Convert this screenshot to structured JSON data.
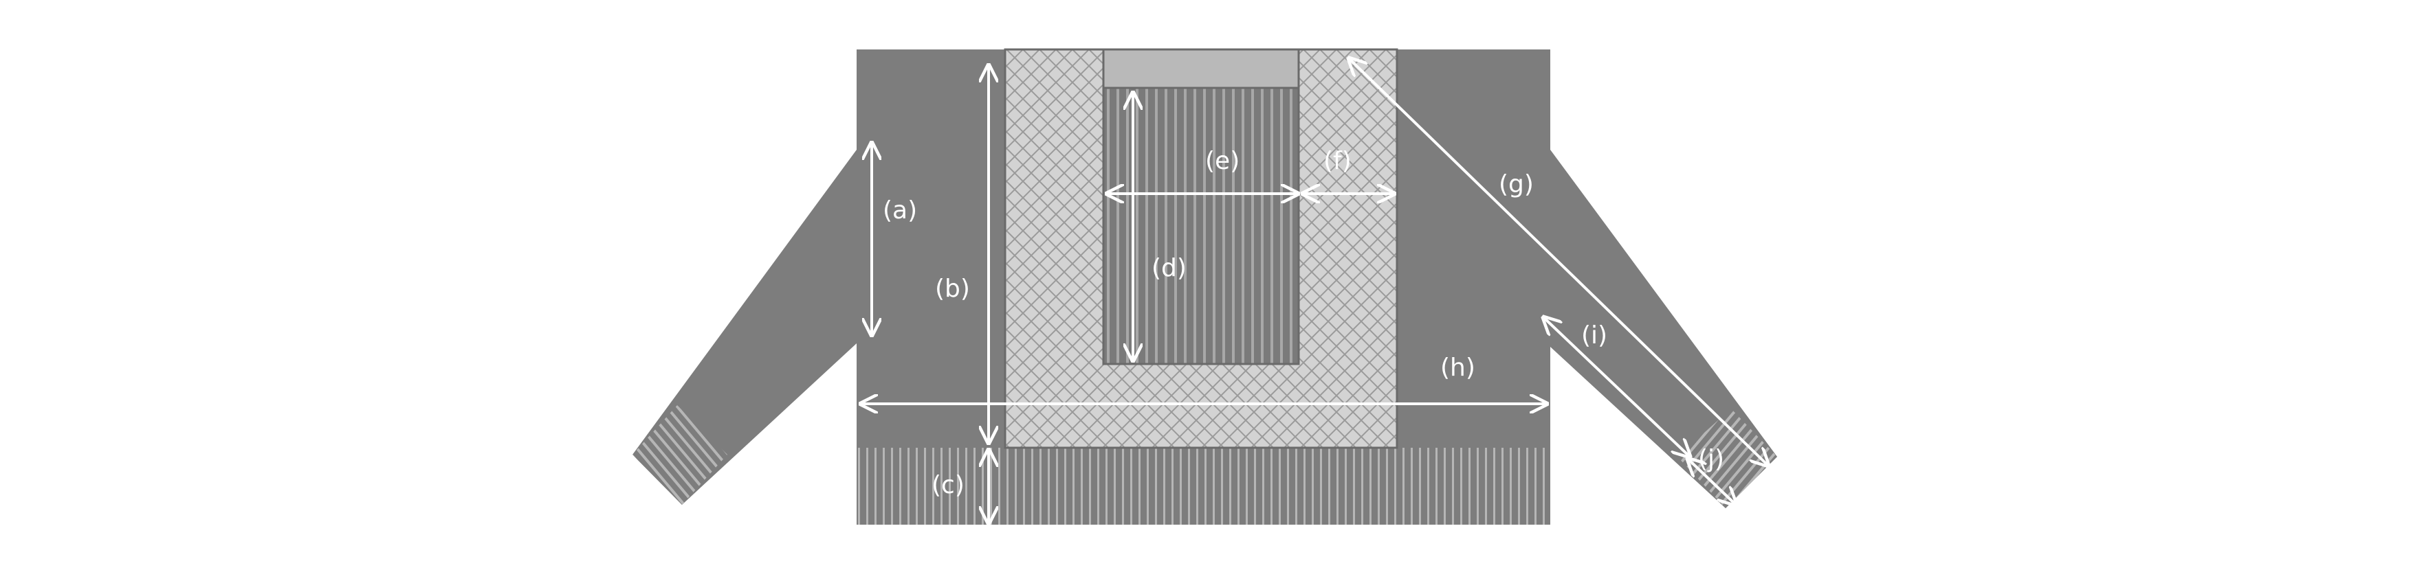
{
  "labels": {
    "a": "(a)",
    "b": "(b)",
    "c": "(c)",
    "d": "(d)",
    "e": "(e)",
    "f": "(f)",
    "g": "(g)",
    "h": "(h)",
    "i": "(i)",
    "j": "(j)"
  },
  "colors": {
    "body": "#7d7d7d",
    "pattern_bg": "#d3d3d3",
    "pattern_line": "#a2a2a2",
    "collar": "#b9b9b9",
    "arrow": "#ffffff"
  }
}
